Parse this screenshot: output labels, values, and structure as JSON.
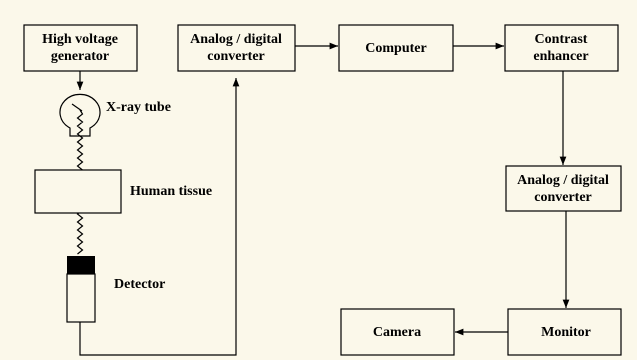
{
  "blocks": {
    "high_voltage_generator": [
      "High voltage",
      "generator"
    ],
    "xray_tube": "X-ray tube",
    "human_tissue": "Human tissue",
    "detector": "Detector",
    "adc_top": [
      "Analog / digital",
      "converter"
    ],
    "computer": "Computer",
    "contrast_enhancer": [
      "Contrast",
      "enhancer"
    ],
    "adc_right": [
      "Analog / digital",
      "converter"
    ],
    "monitor": "Monitor",
    "camera": "Camera"
  },
  "colors": {
    "background": "#fbf8ea",
    "line": "#000000"
  }
}
